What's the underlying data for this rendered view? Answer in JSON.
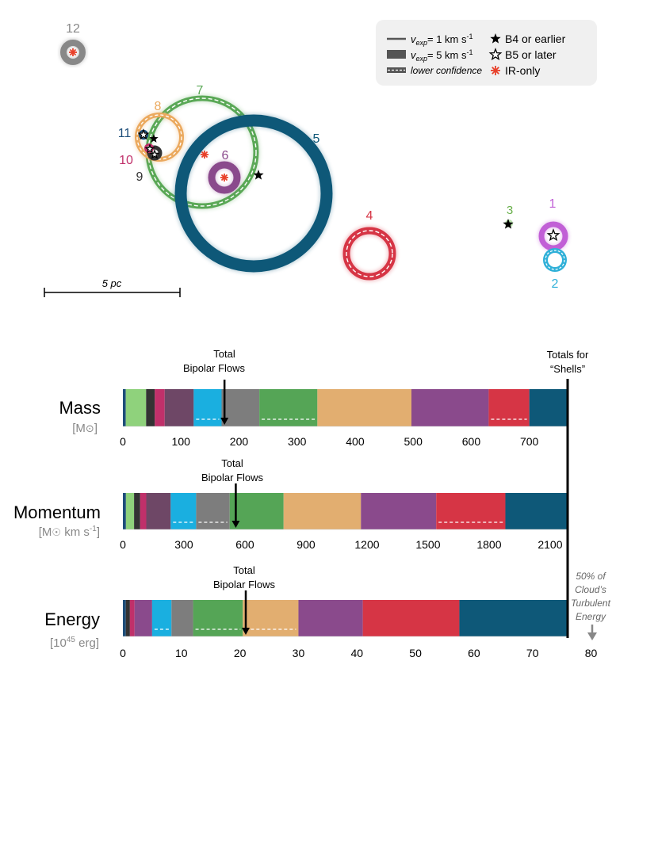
{
  "legend": {
    "items": [
      {
        "symbol": "line-thin",
        "text": "v",
        "sub": "exp",
        "rest": "= 1 km s",
        "sup": "-1"
      },
      {
        "symbol": "line-thick",
        "text": "v",
        "sub": "exp",
        "rest": "= 5 km s",
        "sup": "-1"
      },
      {
        "symbol": "line-dashed",
        "text": "lower confidence"
      },
      {
        "symbol": "star-filled",
        "text": "B4 or earlier"
      },
      {
        "symbol": "star-open",
        "text": "B5 or later"
      },
      {
        "symbol": "star-red",
        "text": "IR-only"
      }
    ],
    "background": "#f0f0f0"
  },
  "scale_bar": {
    "label": "5 pc"
  },
  "shells": [
    {
      "id": "1",
      "color": "#c15fd6"
    },
    {
      "id": "2",
      "color": "#2fb0d8"
    },
    {
      "id": "3",
      "color": "#6ab04c"
    },
    {
      "id": "4",
      "color": "#d63545"
    },
    {
      "id": "5",
      "color": "#0e5878"
    },
    {
      "id": "6",
      "color": "#8a4a8c"
    },
    {
      "id": "7",
      "color": "#5aa856"
    },
    {
      "id": "8",
      "color": "#eba95e"
    },
    {
      "id": "9",
      "color": "#333333"
    },
    {
      "id": "10",
      "color": "#c0306a"
    },
    {
      "id": "11",
      "color": "#1d4e7a"
    },
    {
      "id": "12",
      "color": "#888888"
    }
  ],
  "chart_data": [
    {
      "type": "bar",
      "title": "Mass",
      "unit": "[M⊙]",
      "xlim": [
        0,
        730
      ],
      "ticks": [
        0,
        100,
        200,
        300,
        400,
        500,
        600,
        700
      ],
      "total_bipolar_label": [
        "Total",
        "Bipolar Flows"
      ],
      "total_bipolar_value": 175,
      "totals_label": [
        "Totals for",
        "“Shells”"
      ],
      "totals_value": 766,
      "segments": [
        {
          "start": 0,
          "end": 5,
          "color": "#1d4e7a",
          "dashed": false
        },
        {
          "start": 5,
          "end": 40,
          "color": "#8fd27c",
          "dashed": false
        },
        {
          "start": 40,
          "end": 55,
          "color": "#333333",
          "dashed": false
        },
        {
          "start": 55,
          "end": 72,
          "color": "#c0306a",
          "dashed": false
        },
        {
          "start": 72,
          "end": 122,
          "color": "#6e4766",
          "dashed": false
        },
        {
          "start": 122,
          "end": 170,
          "color": "#1aafe0",
          "dashed": true
        },
        {
          "start": 170,
          "end": 235,
          "color": "#7d7d7d",
          "dashed": false
        },
        {
          "start": 235,
          "end": 335,
          "color": "#55a556",
          "dashed": true
        },
        {
          "start": 335,
          "end": 497,
          "color": "#e2ae70",
          "dashed": false
        },
        {
          "start": 497,
          "end": 630,
          "color": "#8a4a8c",
          "dashed": false
        },
        {
          "start": 630,
          "end": 700,
          "color": "#d63545",
          "dashed": true
        },
        {
          "start": 700,
          "end": 766,
          "color": "#0e5878",
          "dashed": false
        }
      ]
    },
    {
      "type": "bar",
      "title": "Momentum",
      "unit": "[M⊙ km s-1]",
      "xlim": [
        0,
        2300
      ],
      "ticks": [
        0,
        300,
        600,
        900,
        1200,
        1500,
        1800,
        2100
      ],
      "total_bipolar_label": [
        "Total",
        "Bipolar Flows"
      ],
      "total_bipolar_value": 555,
      "totals_value": 2186,
      "segments": [
        {
          "start": 0,
          "end": 15,
          "color": "#1d4e7a",
          "dashed": false
        },
        {
          "start": 15,
          "end": 55,
          "color": "#8fd27c",
          "dashed": false
        },
        {
          "start": 55,
          "end": 85,
          "color": "#333333",
          "dashed": false
        },
        {
          "start": 85,
          "end": 115,
          "color": "#c0306a",
          "dashed": false
        },
        {
          "start": 115,
          "end": 235,
          "color": "#6e4766",
          "dashed": false
        },
        {
          "start": 235,
          "end": 360,
          "color": "#1aafe0",
          "dashed": true
        },
        {
          "start": 360,
          "end": 525,
          "color": "#7d7d7d",
          "dashed": true
        },
        {
          "start": 525,
          "end": 790,
          "color": "#55a556",
          "dashed": false
        },
        {
          "start": 790,
          "end": 1170,
          "color": "#e2ae70",
          "dashed": false
        },
        {
          "start": 1170,
          "end": 1540,
          "color": "#8a4a8c",
          "dashed": false
        },
        {
          "start": 1540,
          "end": 1880,
          "color": "#d63545",
          "dashed": true
        },
        {
          "start": 1880,
          "end": 2186,
          "color": "#0e5878",
          "dashed": false
        }
      ]
    },
    {
      "type": "bar",
      "title": "Energy",
      "unit": "[10^45 erg]",
      "xlim": [
        0,
        80
      ],
      "ticks": [
        0,
        10,
        20,
        30,
        40,
        50,
        60,
        70,
        80
      ],
      "total_bipolar_label": [
        "Total",
        "Bipolar Flows"
      ],
      "total_bipolar_value": 21,
      "totals_value": 76,
      "cloud_label": [
        "50% of",
        "Cloud’s",
        "Turbulent",
        "Energy"
      ],
      "cloud_value": 80,
      "segments": [
        {
          "start": 0,
          "end": 0.5,
          "color": "#1d4e7a",
          "dashed": false
        },
        {
          "start": 0.5,
          "end": 1.2,
          "color": "#333333",
          "dashed": false
        },
        {
          "start": 1.2,
          "end": 2.0,
          "color": "#c0306a",
          "dashed": false
        },
        {
          "start": 2.0,
          "end": 5.0,
          "color": "#8a4a8c",
          "dashed": false
        },
        {
          "start": 5.0,
          "end": 8.3,
          "color": "#1aafe0",
          "dashed": true
        },
        {
          "start": 8.3,
          "end": 12.0,
          "color": "#7d7d7d",
          "dashed": false
        },
        {
          "start": 12.0,
          "end": 20.5,
          "color": "#55a556",
          "dashed": true
        },
        {
          "start": 20.5,
          "end": 30.0,
          "color": "#e2ae70",
          "dashed": true
        },
        {
          "start": 30.0,
          "end": 41.0,
          "color": "#8a4a8c",
          "dashed": false
        },
        {
          "start": 41.0,
          "end": 57.5,
          "color": "#d63545",
          "dashed": false
        },
        {
          "start": 57.5,
          "end": 76.0,
          "color": "#0e5878",
          "dashed": false
        }
      ]
    }
  ]
}
